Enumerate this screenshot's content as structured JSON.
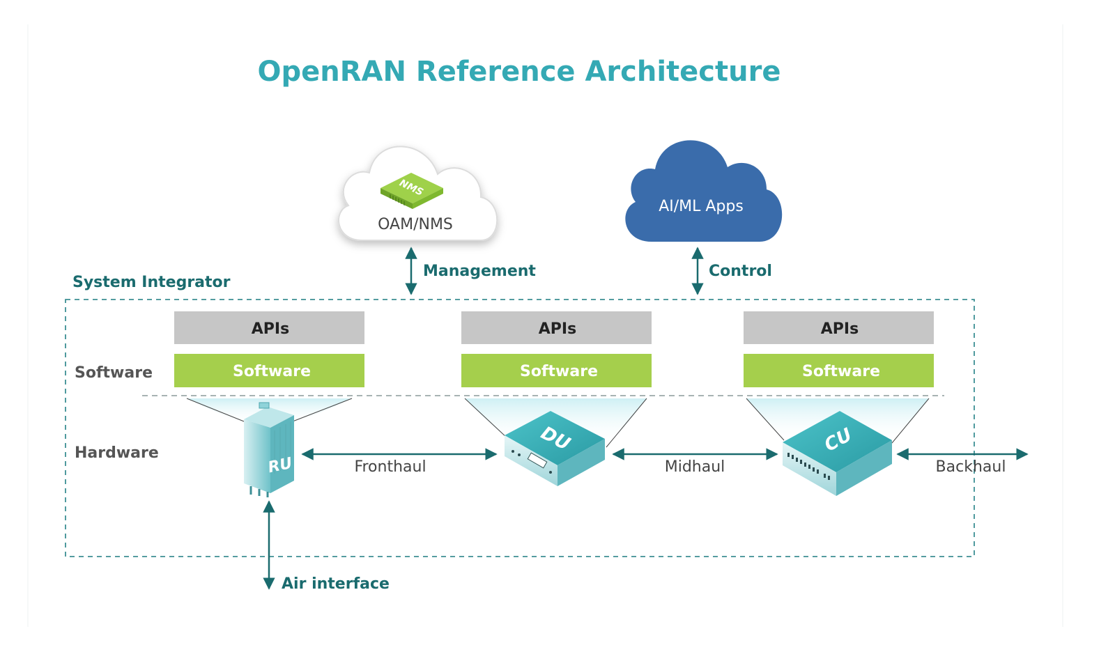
{
  "title": "OpenRAN Reference Architecture",
  "colors": {
    "teal": "#34a9b4",
    "dark_teal": "#1a6b6e",
    "gray_box": "#c6c6c6",
    "green_box": "#a5cf4c",
    "blue_cloud": "#3a6cab",
    "nms_green": "#8cc63f",
    "label_gray": "#555555"
  },
  "clouds": {
    "oam": {
      "label": "OAM/NMS",
      "badge": "NMS"
    },
    "aiml": {
      "label": "AI/ML Apps"
    }
  },
  "interfaces": {
    "management": "Management",
    "control": "Control",
    "fronthaul": "Fronthaul",
    "midhaul": "Midhaul",
    "backhaul": "Backhaul",
    "air": "Air interface"
  },
  "integrator": {
    "label": "System Integrator",
    "software_row": "Software",
    "hardware_row": "Hardware"
  },
  "stacks": [
    {
      "api": "APIs",
      "software": "Software"
    },
    {
      "api": "APIs",
      "software": "Software"
    },
    {
      "api": "APIs",
      "software": "Software"
    }
  ],
  "devices": {
    "ru": "RU",
    "du": "DU",
    "cu": "CU"
  }
}
